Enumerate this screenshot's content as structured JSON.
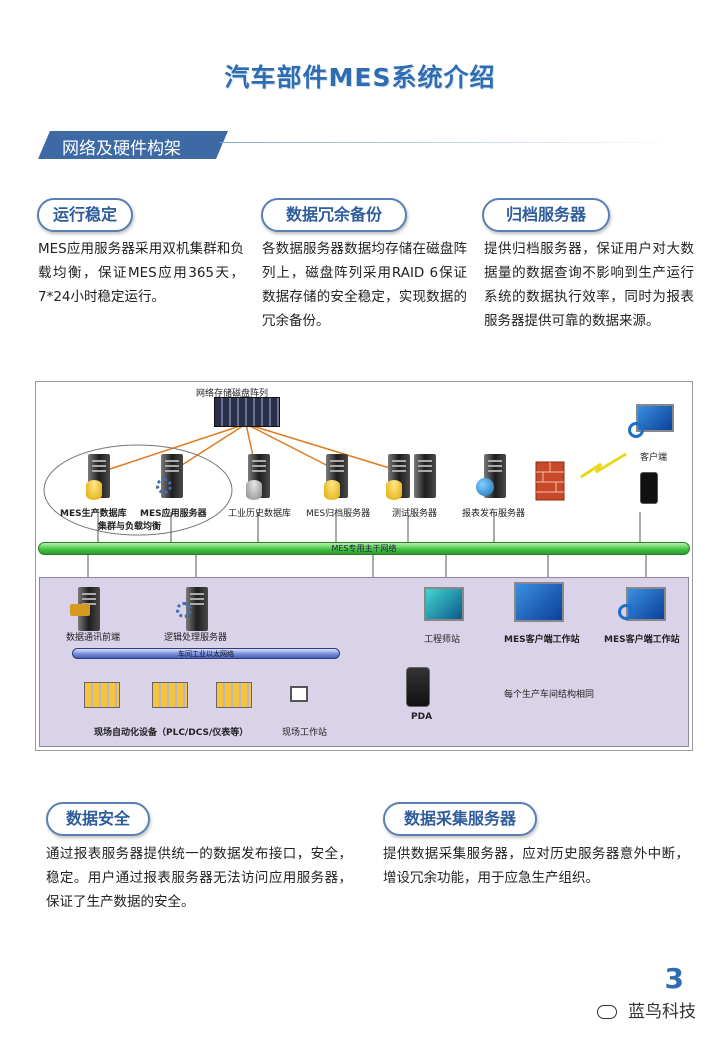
{
  "title": "汽车部件MES系统介绍",
  "section": "网络及硬件构架",
  "features_top": [
    {
      "label": "运行稳定",
      "text": "MES应用服务器采用双机集群和负载均衡，保证MES应用365天，7*24小时稳定运行。"
    },
    {
      "label": "数据冗余备份",
      "text": "各数据服务器数据均存储在磁盘阵列上，磁盘阵列采用RAID 6保证数据存储的安全稳定，实现数据的冗余备份。"
    },
    {
      "label": "归档服务器",
      "text": "提供归档服务器，保证用户对大数据量的数据查询不影响到生产运行系统的数据执行效率，同时为报表服务器提供可靠的数据来源。"
    }
  ],
  "diagram": {
    "storage": "网络存储磁盘阵列",
    "servers": [
      "MES生产数据库",
      "MES应用服务器",
      "工业历史数据库",
      "MES归档服务器",
      "测试服务器",
      "报表发布服务器"
    ],
    "cluster": "集群与负载均衡",
    "client": "客户端",
    "backbone": "MES专用主干网络",
    "shop_nodes": [
      "数据通讯前端",
      "逻辑处理服务器",
      "工程师站",
      "MES客户端工作站",
      "MES客户端工作站"
    ],
    "shop_ethernet": "车间工业以太网络",
    "pda": "PDA",
    "field_devices": "现场自动化设备（PLC/DCS/仪表等）",
    "field_station": "现场工作站",
    "note": "每个生产车间结构相同"
  },
  "features_bottom": [
    {
      "label": "数据安全",
      "text": "通过报表服务器提供统一的数据发布接口，安全，稳定。用户通过报表服务器无法访问应用服务器，保证了生产数据的安全。"
    },
    {
      "label": "数据采集服务器",
      "text": "提供数据采集服务器，应对历史服务器意外中断，增设冗余功能，用于应急生产组织。"
    }
  ],
  "page_number": "3",
  "brand": "蓝鸟科技"
}
